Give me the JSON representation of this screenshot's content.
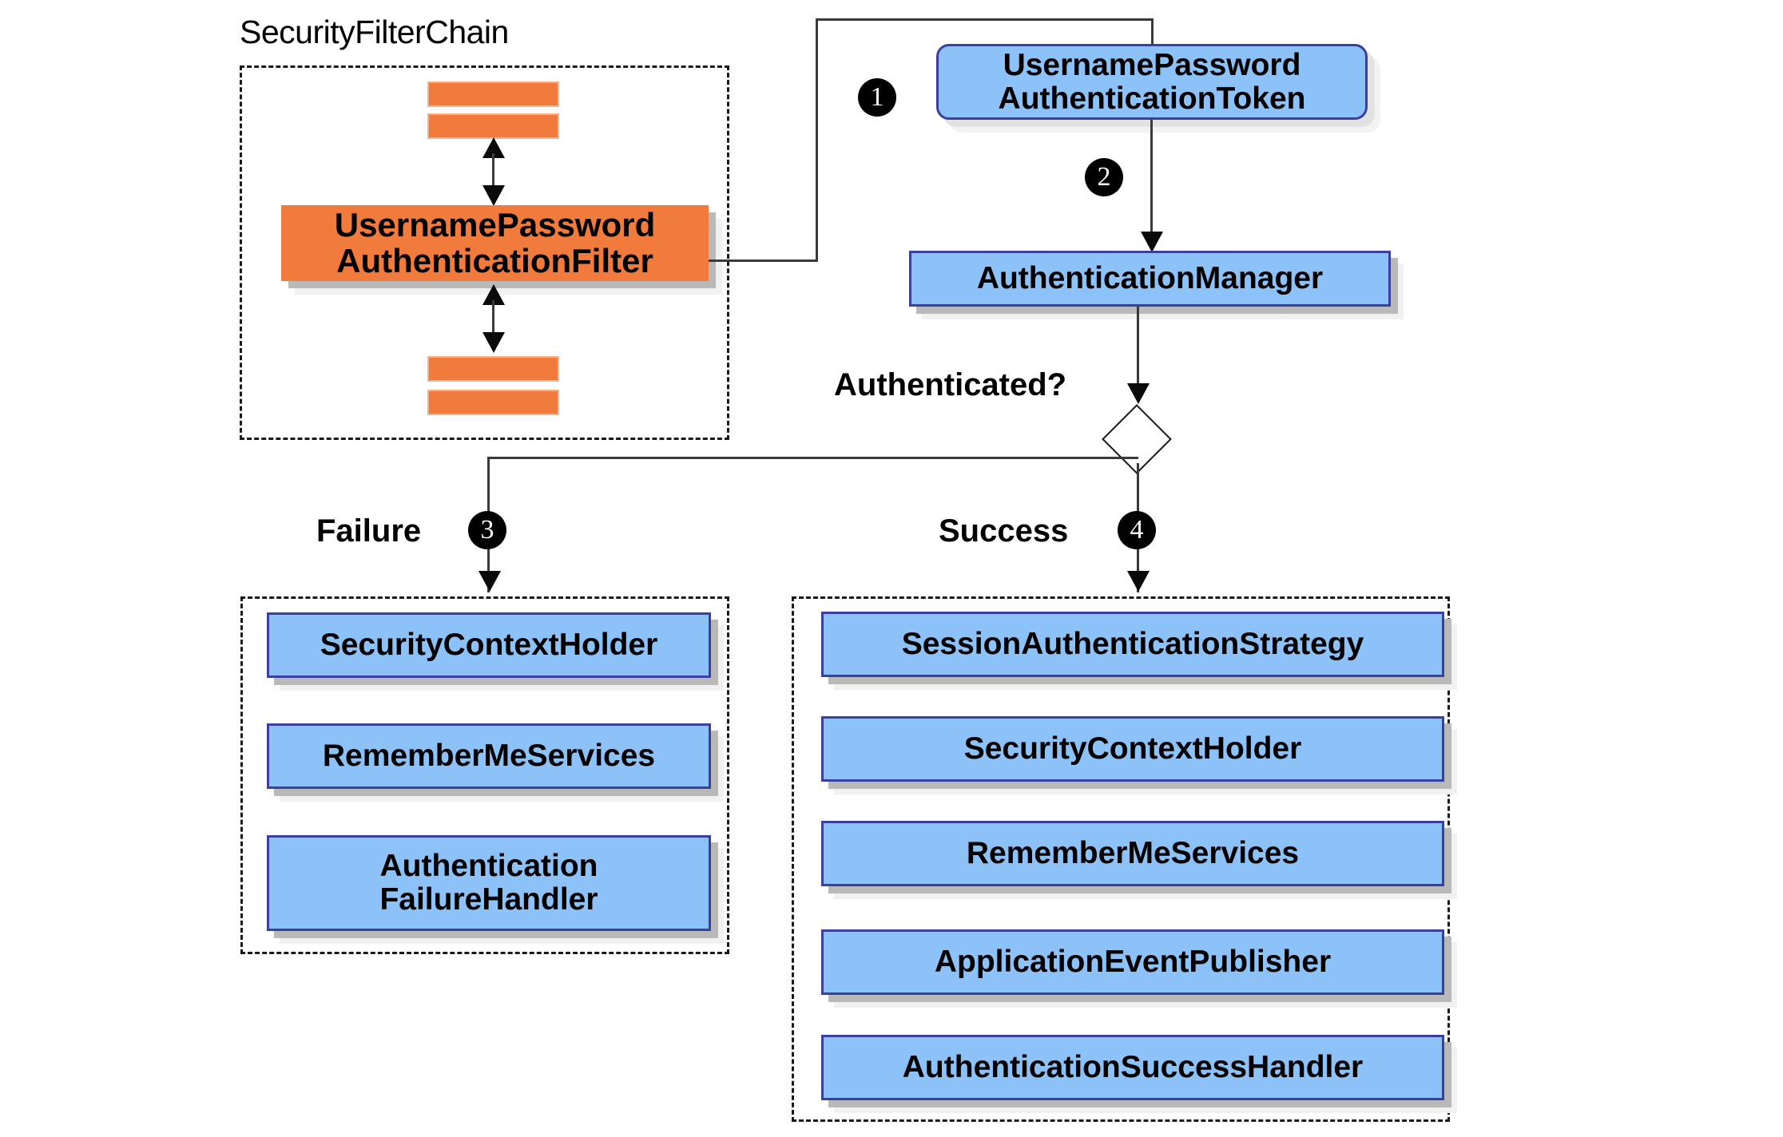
{
  "diagram": {
    "title_text": "SecurityFilterChain",
    "decision_label": "Authenticated?",
    "branch_failure_label": "Failure",
    "branch_success_label": "Success",
    "colors": {
      "blue_fill": "#8CC2F7",
      "blue_border": "#3B3FA0",
      "orange_fill": "#F17A3D",
      "line": "#3a3a3a",
      "badge_fill": "#000000",
      "badge_text": "#ffffff"
    }
  },
  "filter_chain": {
    "title": "SecurityFilterChain",
    "filter_node": "UsernamePassword\nAuthenticationFilter",
    "stub_count_top": 2,
    "stub_count_bottom": 2
  },
  "flow": {
    "token_node": "UsernamePassword\nAuthenticationToken",
    "manager_node": "AuthenticationManager",
    "badges": [
      {
        "number": "1"
      },
      {
        "number": "2"
      },
      {
        "number": "3"
      },
      {
        "number": "4"
      }
    ]
  },
  "failure_group": {
    "label": "Failure",
    "badge": "3",
    "nodes": [
      "SecurityContextHolder",
      "RememberMeServices",
      "Authentication\nFailureHandler"
    ]
  },
  "success_group": {
    "label": "Success",
    "badge": "4",
    "nodes": [
      "SessionAuthenticationStrategy",
      "SecurityContextHolder",
      "RememberMeServices",
      "ApplicationEventPublisher",
      "AuthenticationSuccessHandler"
    ]
  }
}
